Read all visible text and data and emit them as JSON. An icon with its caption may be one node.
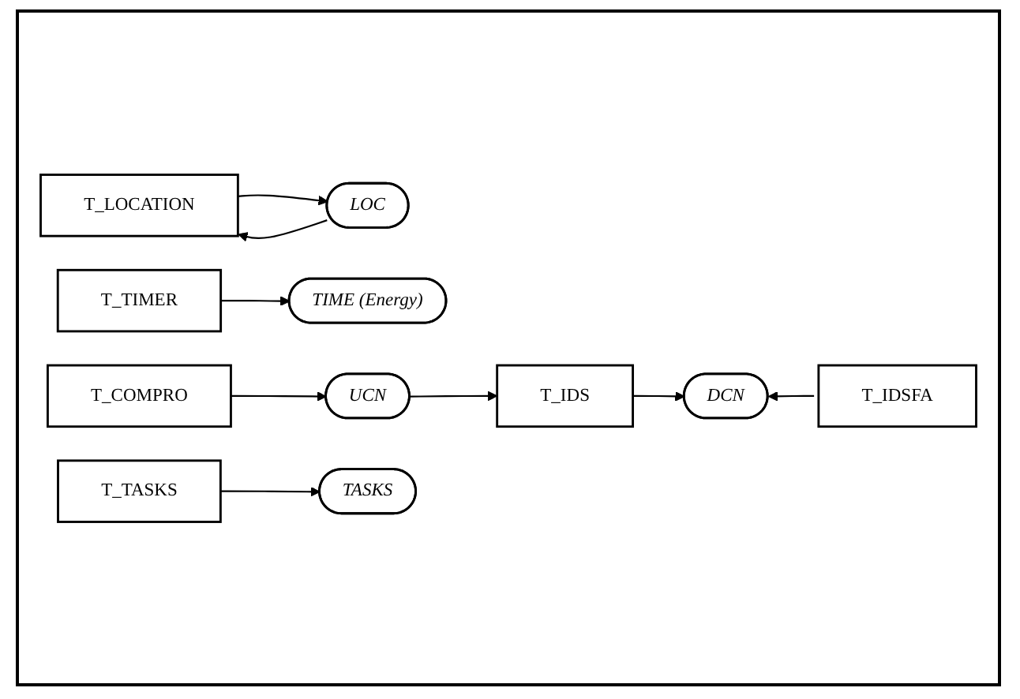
{
  "diagram": {
    "nodes": [
      {
        "text": [
          "T_LOCATION"
        ]
      },
      {
        "text": [
          "LOC"
        ]
      },
      {
        "text": [
          "T_TIMER"
        ]
      },
      {
        "text": [
          "TIME (Energy)"
        ]
      },
      {
        "text": [
          "T_COMPRO"
        ]
      },
      {
        "text": [
          "UCN"
        ]
      },
      {
        "text": [
          "T_IDS"
        ]
      },
      {
        "text": [
          "DCN"
        ]
      },
      {
        "text": [
          "T_IDSFA"
        ]
      },
      {
        "text": [
          "T_TASKS"
        ]
      },
      {
        "text": [
          "TASKS"
        ]
      }
    ],
    "edges": [
      {
        "from": 0,
        "to": 1,
        "arrow": "to"
      },
      {
        "from": 1,
        "to": 0,
        "arrow": "to"
      },
      {
        "from": 2,
        "to": 3,
        "arrow": "to"
      },
      {
        "from": 4,
        "to": 5,
        "arrow": "to"
      },
      {
        "from": 5,
        "to": 6,
        "arrow": "to"
      },
      {
        "from": 6,
        "to": 7,
        "arrow": "to"
      },
      {
        "from": 8,
        "to": 7,
        "arrow": "to"
      },
      {
        "from": 9,
        "to": 10,
        "arrow": "to"
      }
    ]
  }
}
